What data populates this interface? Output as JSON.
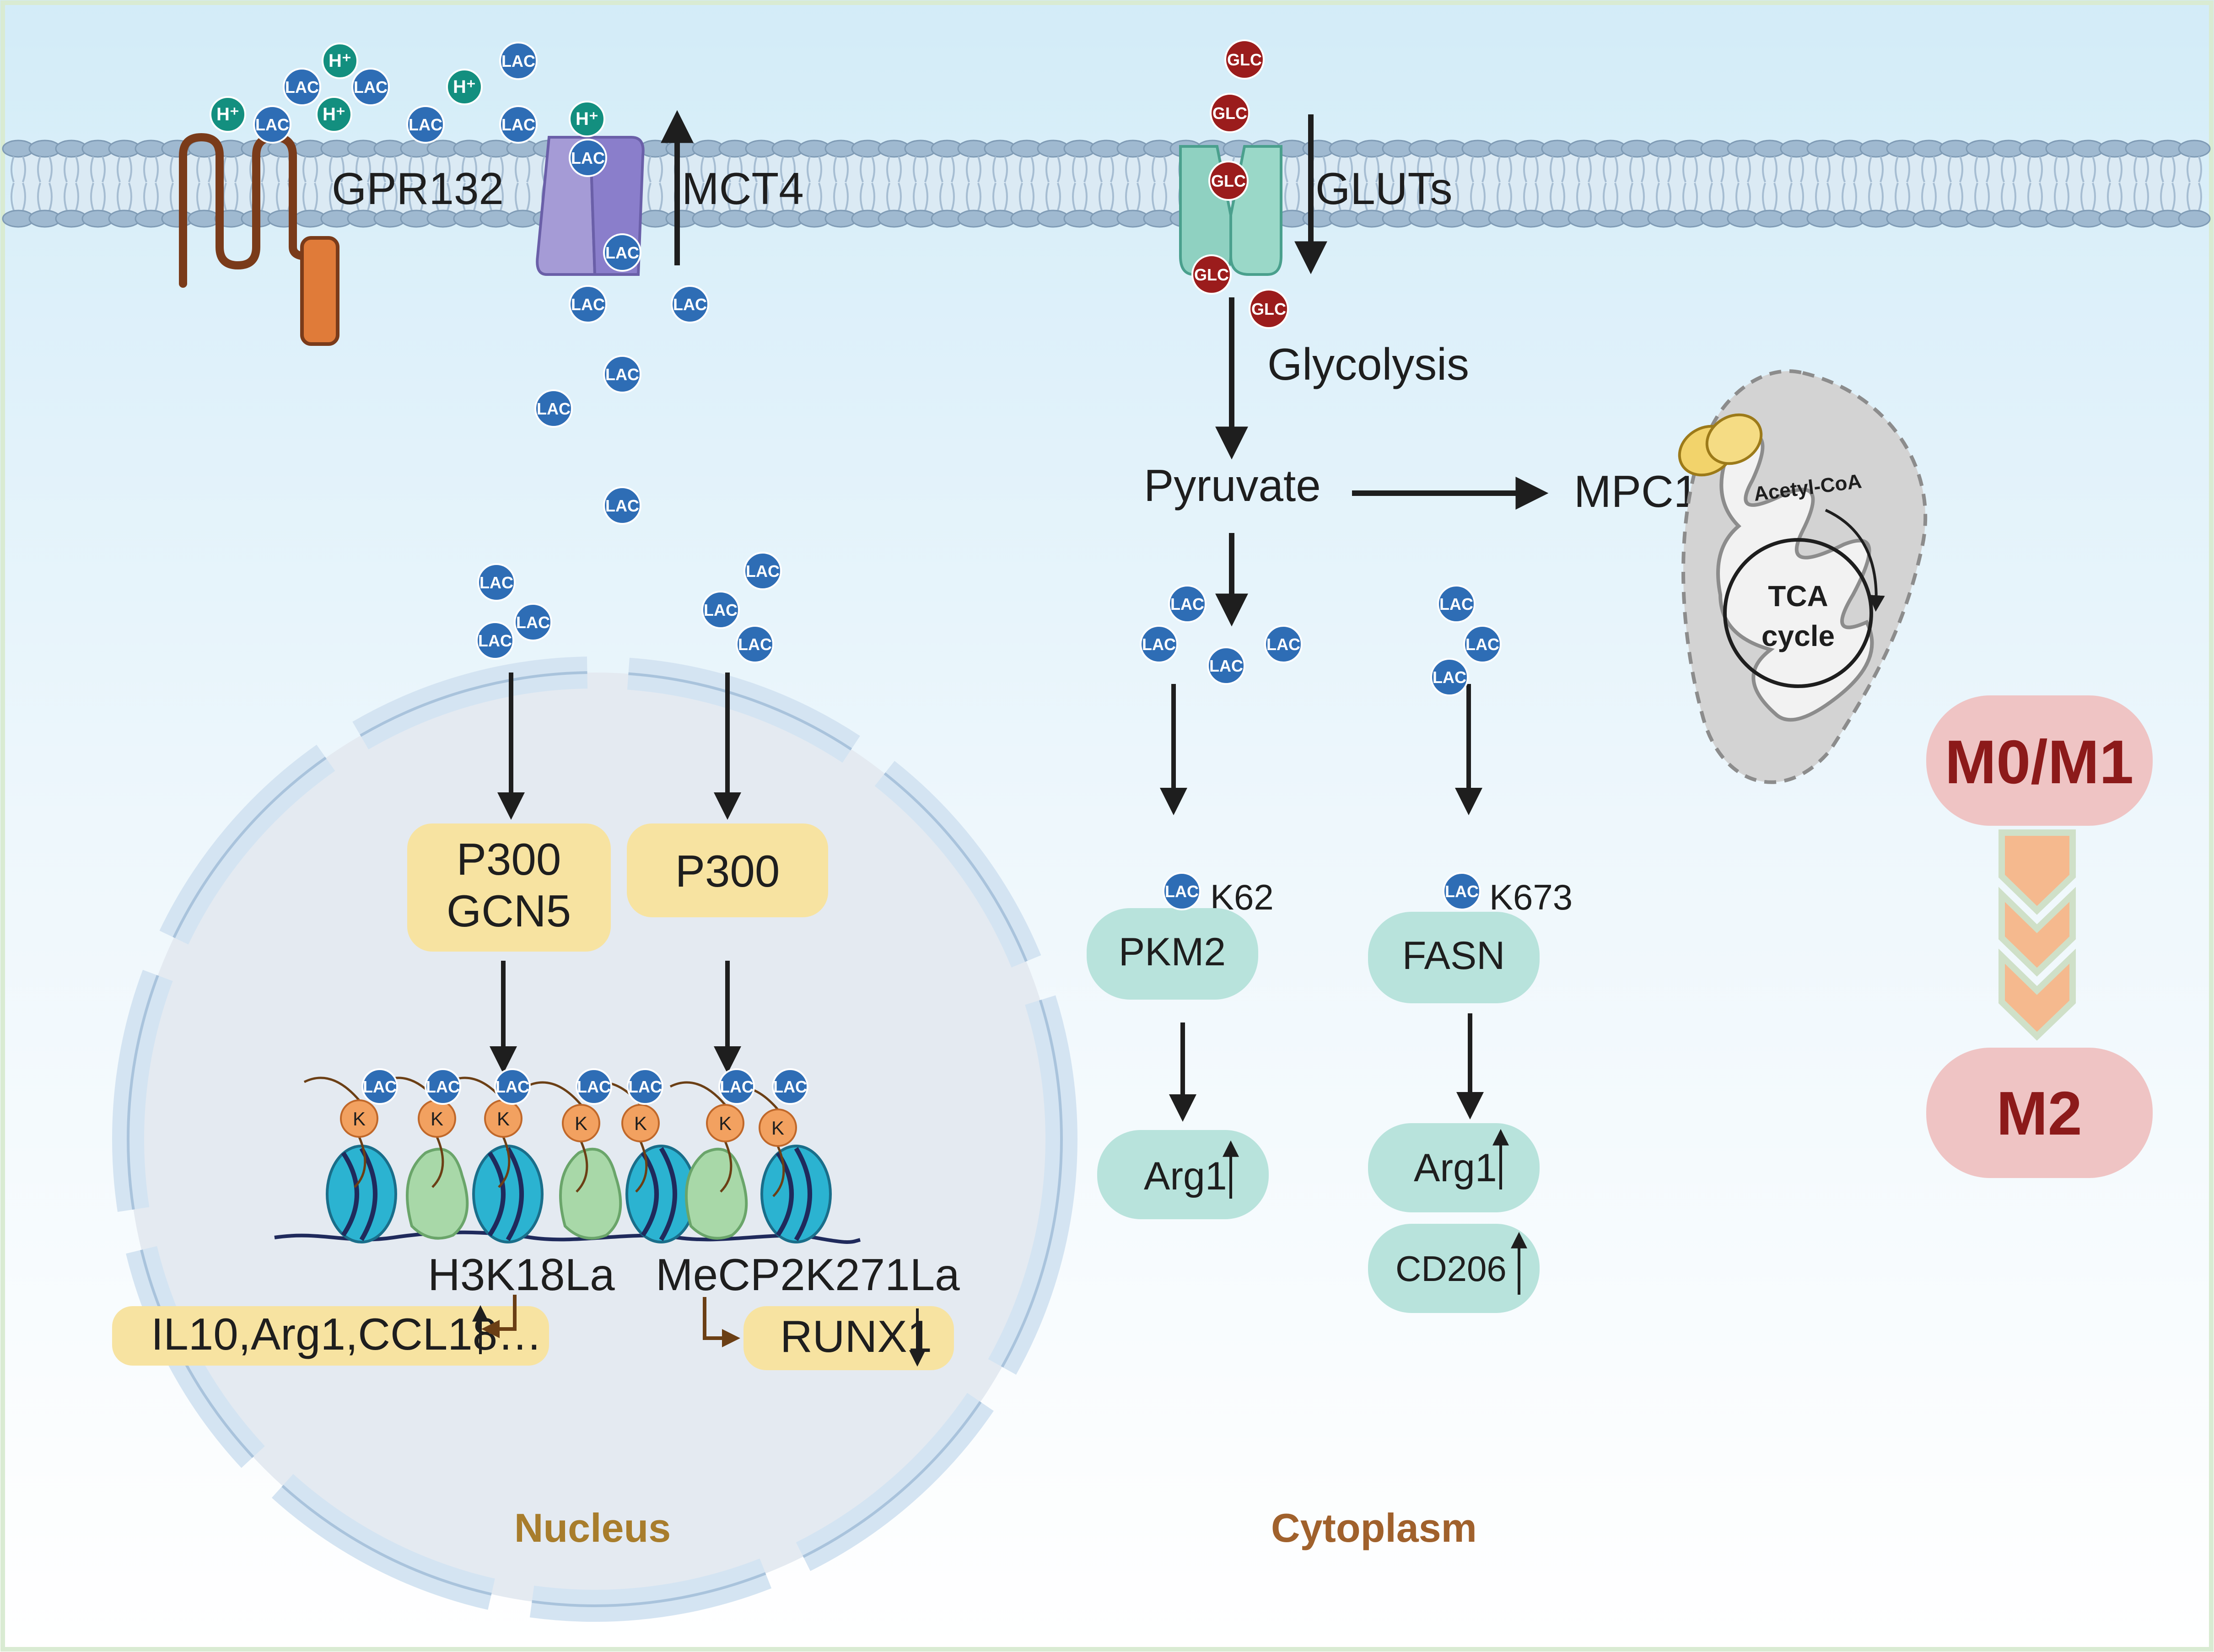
{
  "membrane": {
    "gpr132": "GPR132",
    "mct4": "MCT4",
    "gluts": "GLUTs"
  },
  "molecules": {
    "lac": "LAC",
    "glc": "GLC",
    "hplus": "H⁺",
    "lysine": "K"
  },
  "nucleus": {
    "title": "Nucleus",
    "p300_gcn5_line1": "P300",
    "p300_gcn5_line2": "GCN5",
    "p300": "P300",
    "h3k18la": "H3K18La",
    "mecp2": "MeCP2K271La",
    "genes_up": "IL10,Arg1,CCL18…",
    "runx1": "RUNX1"
  },
  "cytoplasm": {
    "title": "Cytoplasm",
    "glycolysis": "Glycolysis",
    "pyruvate": "Pyruvate",
    "mpc1": "MPC1",
    "acetyl_coa": "Acetyl-CoA",
    "tca_line1": "TCA",
    "tca_line2": "cycle",
    "k62": "K62",
    "k673": "K673",
    "pkm2": "PKM2",
    "fasn": "FASN",
    "arg1_a": "Arg1",
    "arg1_b": "Arg1",
    "cd206": "CD206"
  },
  "polarization": {
    "from": "M0/M1",
    "to": "M2"
  },
  "colors": {
    "lac": "#2e6db5",
    "glc": "#9b1c1c",
    "hplus": "#138f7f",
    "yellow_box": "#f7e3a1",
    "teal_box": "#b8e3dc",
    "nucleus_fill": "#e4eaf1",
    "state_pink": "#efc4c4",
    "state_text": "#8c1a1a",
    "chevron": "#f5b98e",
    "bottom_label": "#a0612c"
  }
}
